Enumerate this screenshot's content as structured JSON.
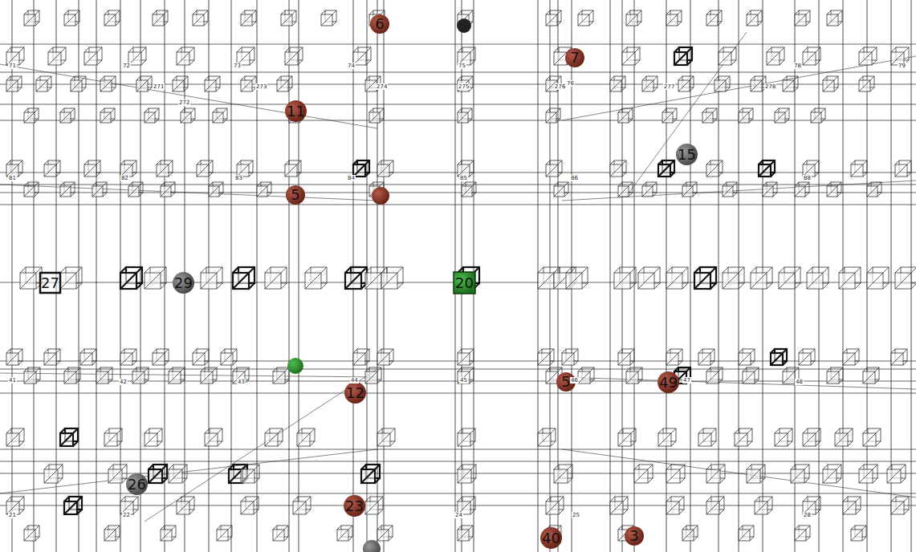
{
  "diagram": {
    "nodes": [
      {
        "text": [
          "6"
        ]
      },
      {
        "text": [
          "7"
        ]
      },
      {
        "text": [
          "11"
        ]
      },
      {
        "text": [
          "15"
        ]
      },
      {
        "text": [
          "5"
        ]
      },
      {
        "text": [
          "27"
        ]
      },
      {
        "text": [
          "29"
        ]
      },
      {
        "text": [
          "20"
        ]
      },
      {
        "text": [
          "12"
        ]
      },
      {
        "text": [
          "5"
        ]
      },
      {
        "text": [
          "49"
        ]
      },
      {
        "text": [
          "26"
        ]
      },
      {
        "text": [
          "23"
        ]
      },
      {
        "text": [
          "40"
        ]
      },
      {
        "text": [
          "3"
        ]
      }
    ],
    "labels": [
      "71",
      "72",
      "73",
      "74",
      "75",
      "76",
      "78",
      "79",
      "271",
      "272",
      "273",
      "274",
      "275",
      "276",
      "277",
      "278",
      "81",
      "82",
      "83",
      "84",
      "85",
      "86",
      "88",
      "41",
      "42",
      "43",
      "44",
      "45",
      "46",
      "47",
      "48",
      "21",
      "22",
      "24",
      "25",
      "28"
    ]
  }
}
